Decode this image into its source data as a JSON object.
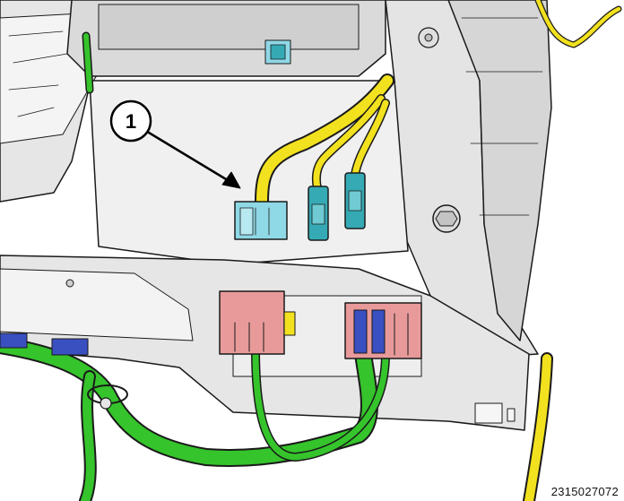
{
  "callouts": [
    {
      "number": "1",
      "target": "light-blue-connector"
    }
  ],
  "figure_id": "2315027072",
  "colors": {
    "harness_yellow": "#f2e11e",
    "harness_green": "#35c42b",
    "connector_light_blue": "#8fd8e6",
    "connector_teal": "#35aab5",
    "connector_pink": "#e89a9a",
    "connector_blue": "#3a4fc0",
    "panel_gray": "#dcdcdc",
    "outline": "#1a1a1a"
  }
}
